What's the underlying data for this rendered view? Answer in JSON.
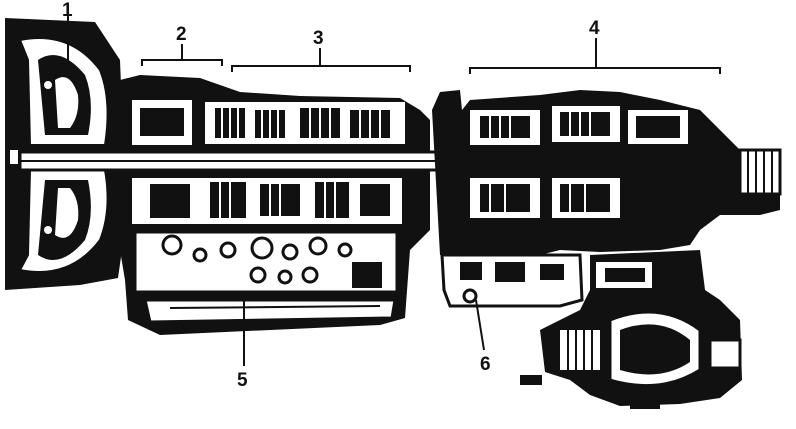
{
  "figure": {
    "callouts": [
      {
        "id": "1",
        "text": "1"
      },
      {
        "id": "2",
        "text": "2"
      },
      {
        "id": "3",
        "text": "3"
      },
      {
        "id": "4",
        "text": "4"
      },
      {
        "id": "5",
        "text": "5"
      },
      {
        "id": "6",
        "text": "6"
      }
    ],
    "colors": {
      "ink": "#111111",
      "paper": "#ffffff"
    }
  }
}
